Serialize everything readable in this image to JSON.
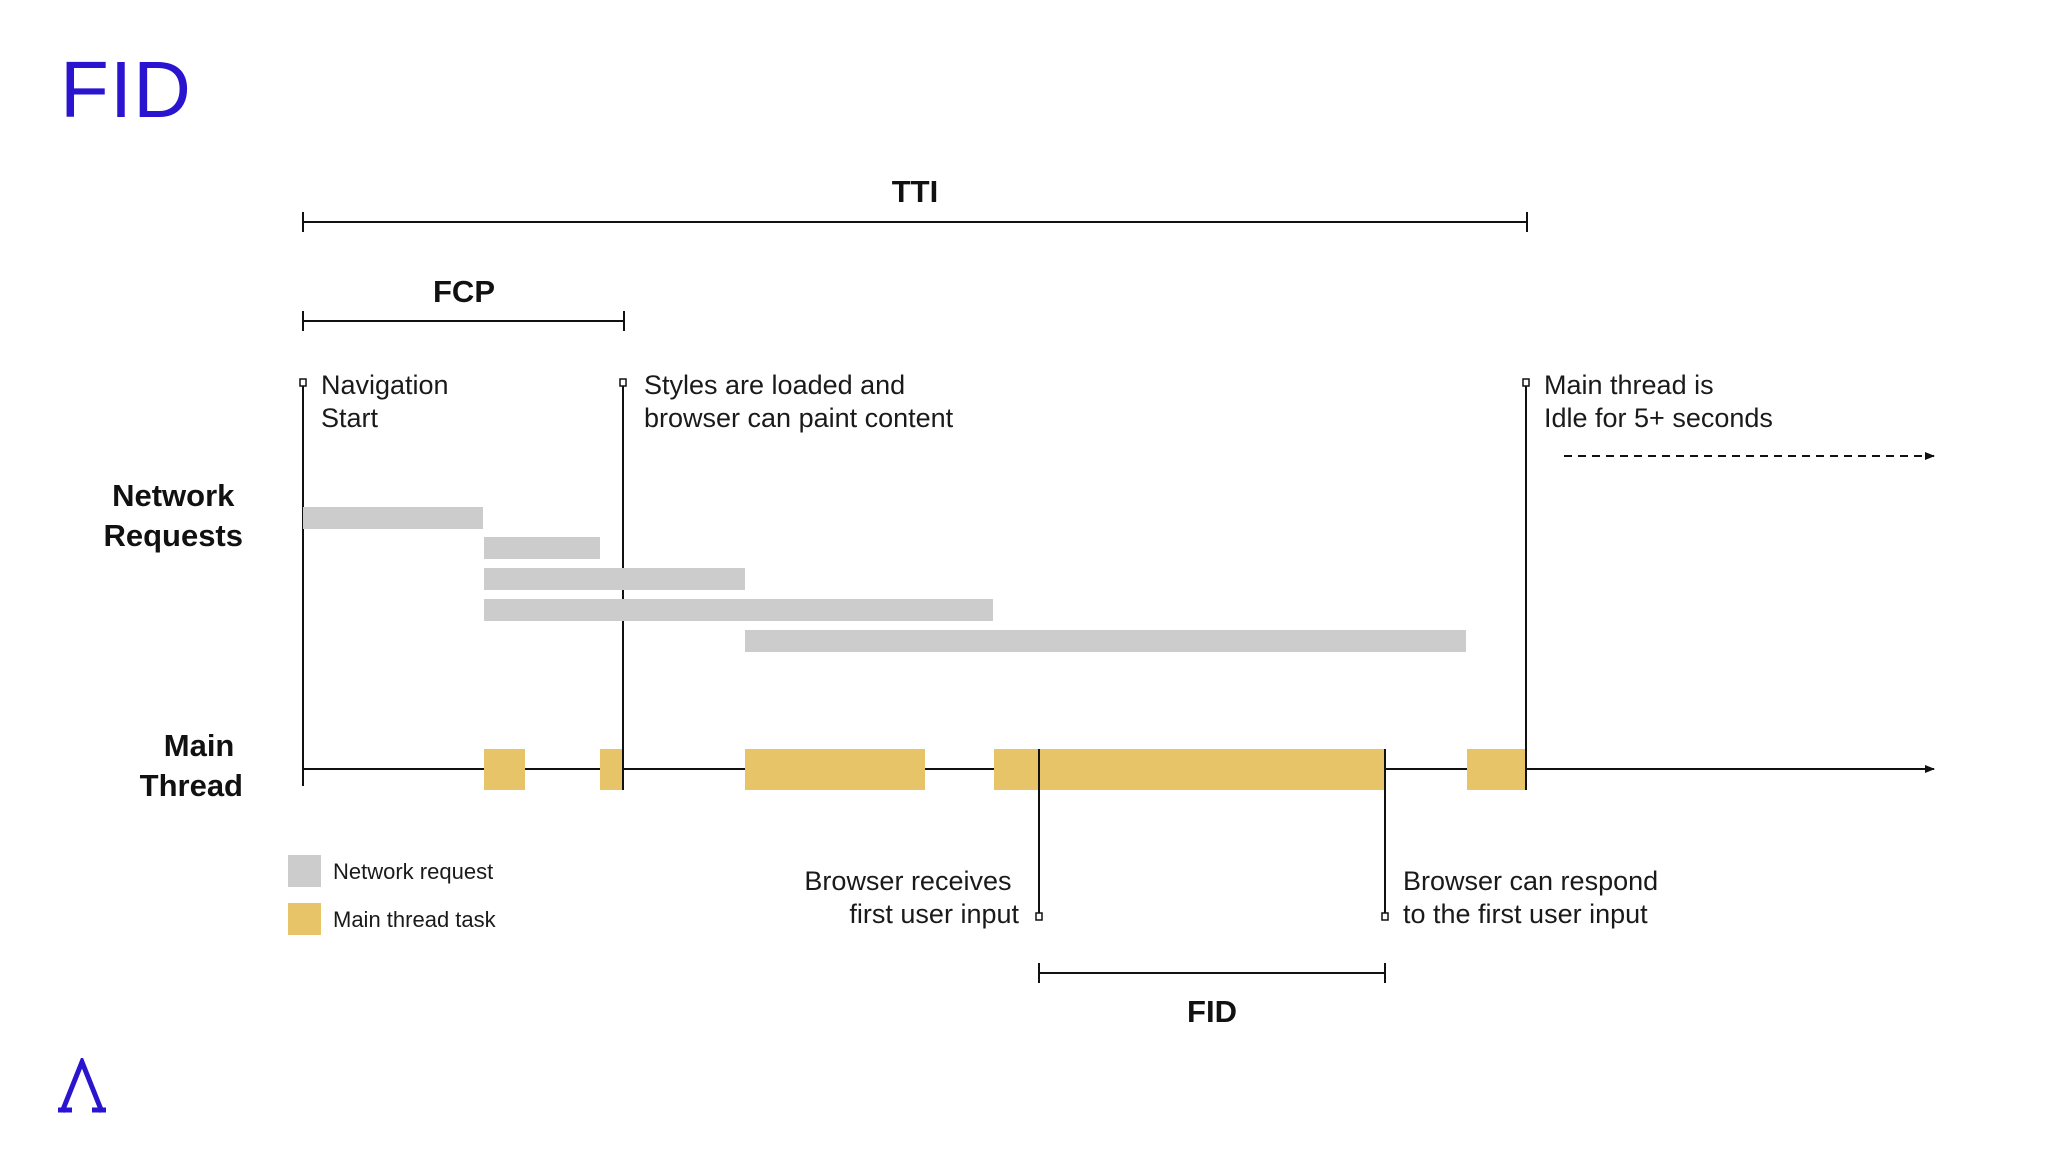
{
  "title": "FID",
  "colors": {
    "title": "#2a14cf",
    "network_request": "#cccccc",
    "main_thread_task": "#e6c467",
    "line": "#111111"
  },
  "labels": {
    "tti": "TTI",
    "fcp": "FCP",
    "fid": "FID",
    "network_requests_line1": "Network",
    "network_requests_line2": "Requests",
    "main_thread_line1": "Main",
    "main_thread_line2": "Thread"
  },
  "annotations": {
    "navigation_start": [
      "Navigation",
      "Start"
    ],
    "styles_loaded": [
      "Styles are loaded and",
      "browser can paint content"
    ],
    "main_thread_idle": [
      "Main thread is",
      "Idle for 5+ seconds"
    ],
    "browser_receives": [
      "Browser receives",
      "first user input"
    ],
    "browser_responds": [
      "Browser can respond",
      "to the first user input"
    ]
  },
  "legend": {
    "network_request": "Network request",
    "main_thread_task": "Main thread task"
  },
  "logo_icon": "mark-a-icon"
}
